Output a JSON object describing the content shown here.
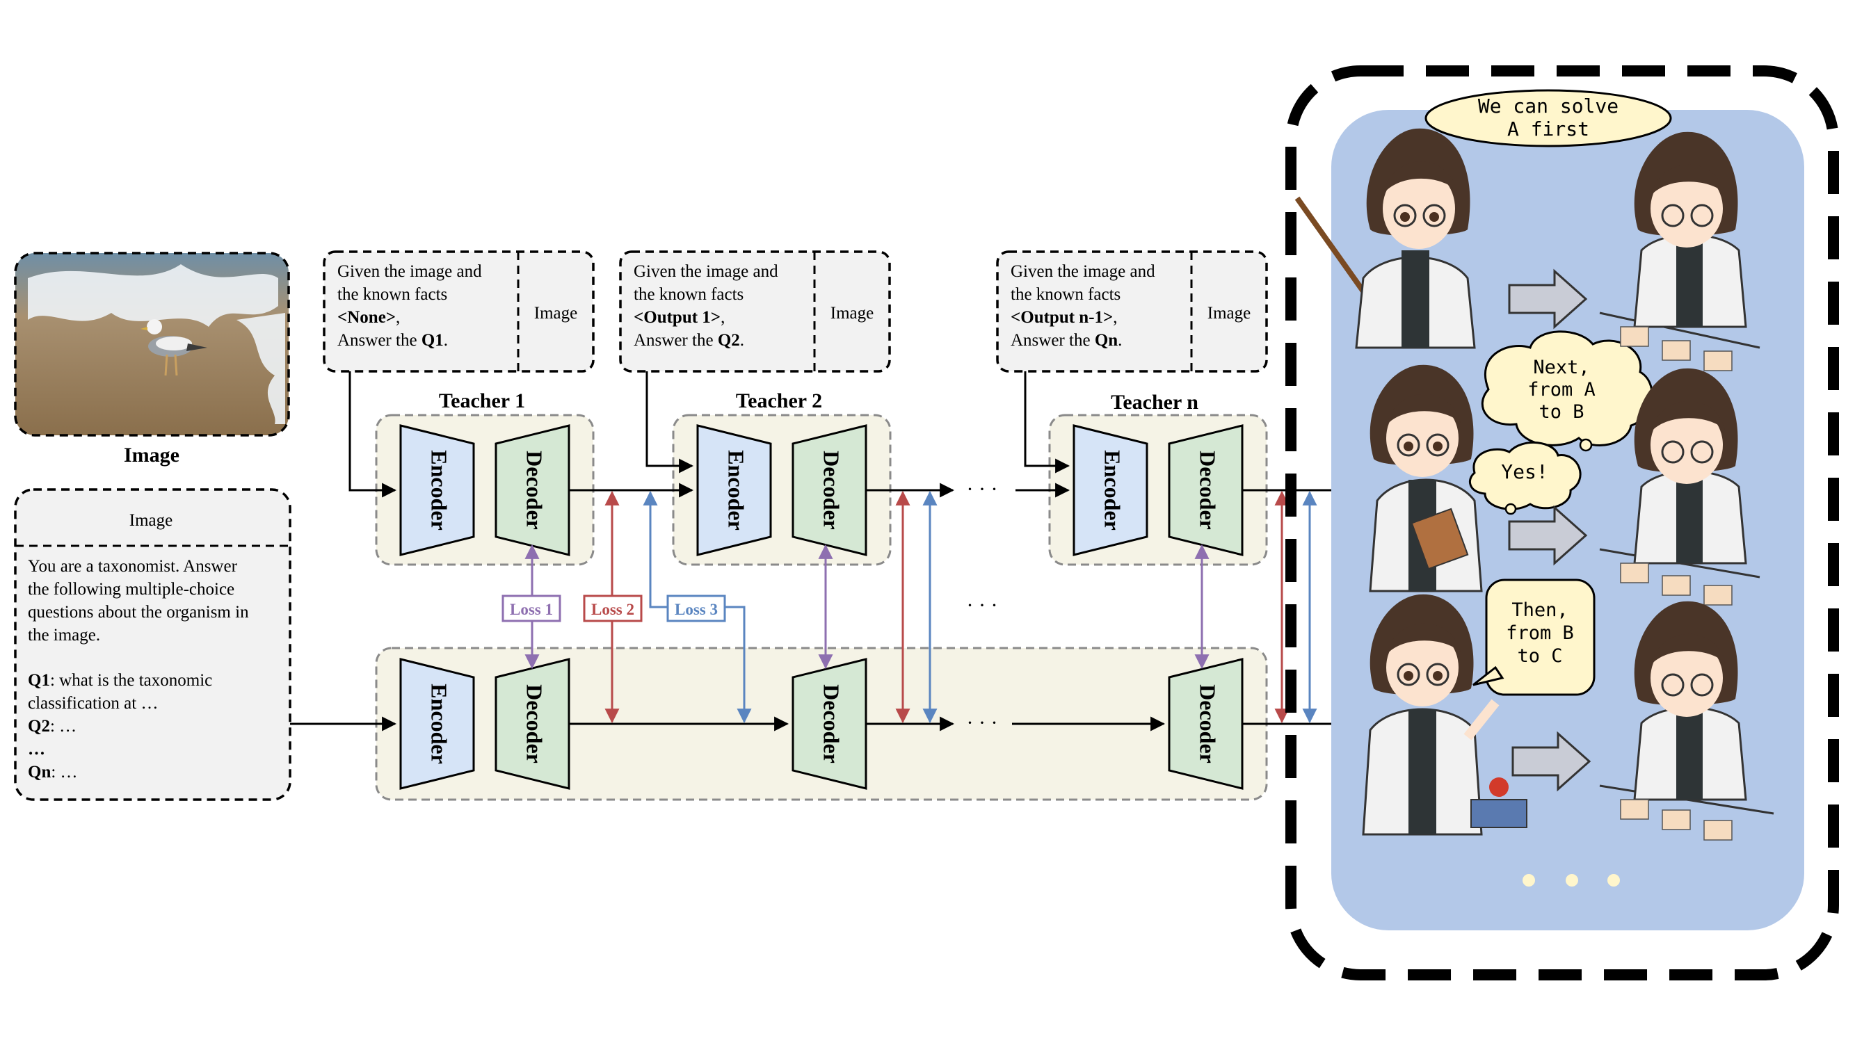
{
  "input_image": {
    "caption": "Image"
  },
  "question_box": {
    "header": "Image",
    "body_lines": [
      "You are a taxonomist. Answer",
      "the following multiple-choice",
      "questions about the organism in",
      "the image."
    ],
    "q1_label": "Q1",
    "q1_text": ": what is the taxonomic",
    "q1_text_2": "classification at …",
    "q2_label": "Q2",
    "q2_text": ": …",
    "ellipsis": "…",
    "qn_label": "Qn",
    "qn_text": ": …"
  },
  "teachers": [
    {
      "label": "Teacher 1",
      "prompt_line1": "Given the image and",
      "prompt_line2": "the known facts",
      "prompt_fact": "<None>",
      "prompt_line4a": "Answer the ",
      "prompt_q": "Q1",
      "prompt_image": "Image"
    },
    {
      "label": "Teacher 2",
      "prompt_line1": "Given the image and",
      "prompt_line2": "the known facts",
      "prompt_fact": "<Output 1>",
      "prompt_line4a": "Answer the ",
      "prompt_q": "Q2",
      "prompt_image": "Image"
    },
    {
      "label": "Teacher n",
      "prompt_line1": "Given the image and",
      "prompt_line2": "the known facts",
      "prompt_fact": "<Output n-1>",
      "prompt_line4a": "Answer the ",
      "prompt_q": "Qn",
      "prompt_image": "Image"
    }
  ],
  "blocks": {
    "encoder": "Encoder",
    "decoder": "Decoder"
  },
  "losses": [
    "Loss 1",
    "Loss 2",
    "Loss 3"
  ],
  "ellipsis": "· · ·",
  "bubbles": {
    "b1_line1": "We can solve",
    "b1_line2": "A first",
    "b2_line1": "Next,",
    "b2_line2": "from A",
    "b2_line3": "to B",
    "b3": "Yes!",
    "b4_line1": "Then,",
    "b4_line2": "from B",
    "b4_line3": "to C"
  },
  "colors": {
    "encoder_fill": "#d6e4f7",
    "decoder_fill": "#d5e8d4",
    "teacher_bg": "#f5f3e6",
    "prompt_bg": "#f2f2f2",
    "loss1": "#8e6fb0",
    "loss2": "#b84a4a",
    "loss3": "#5a85c0",
    "panel_bg": "#b3c8e8"
  }
}
